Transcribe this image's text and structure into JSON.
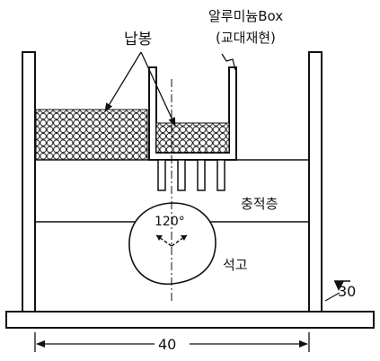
{
  "labels": {
    "lead_rods": "납봉",
    "aluminum_box_line1": "알루미늄Box",
    "aluminum_box_line2": "(교대재현)",
    "accumulation_layer": "충적층",
    "angle": "120°",
    "gypsum": "석고",
    "depth": "30",
    "width": "40"
  },
  "colors": {
    "line": "#111111",
    "background": "#ffffff"
  }
}
